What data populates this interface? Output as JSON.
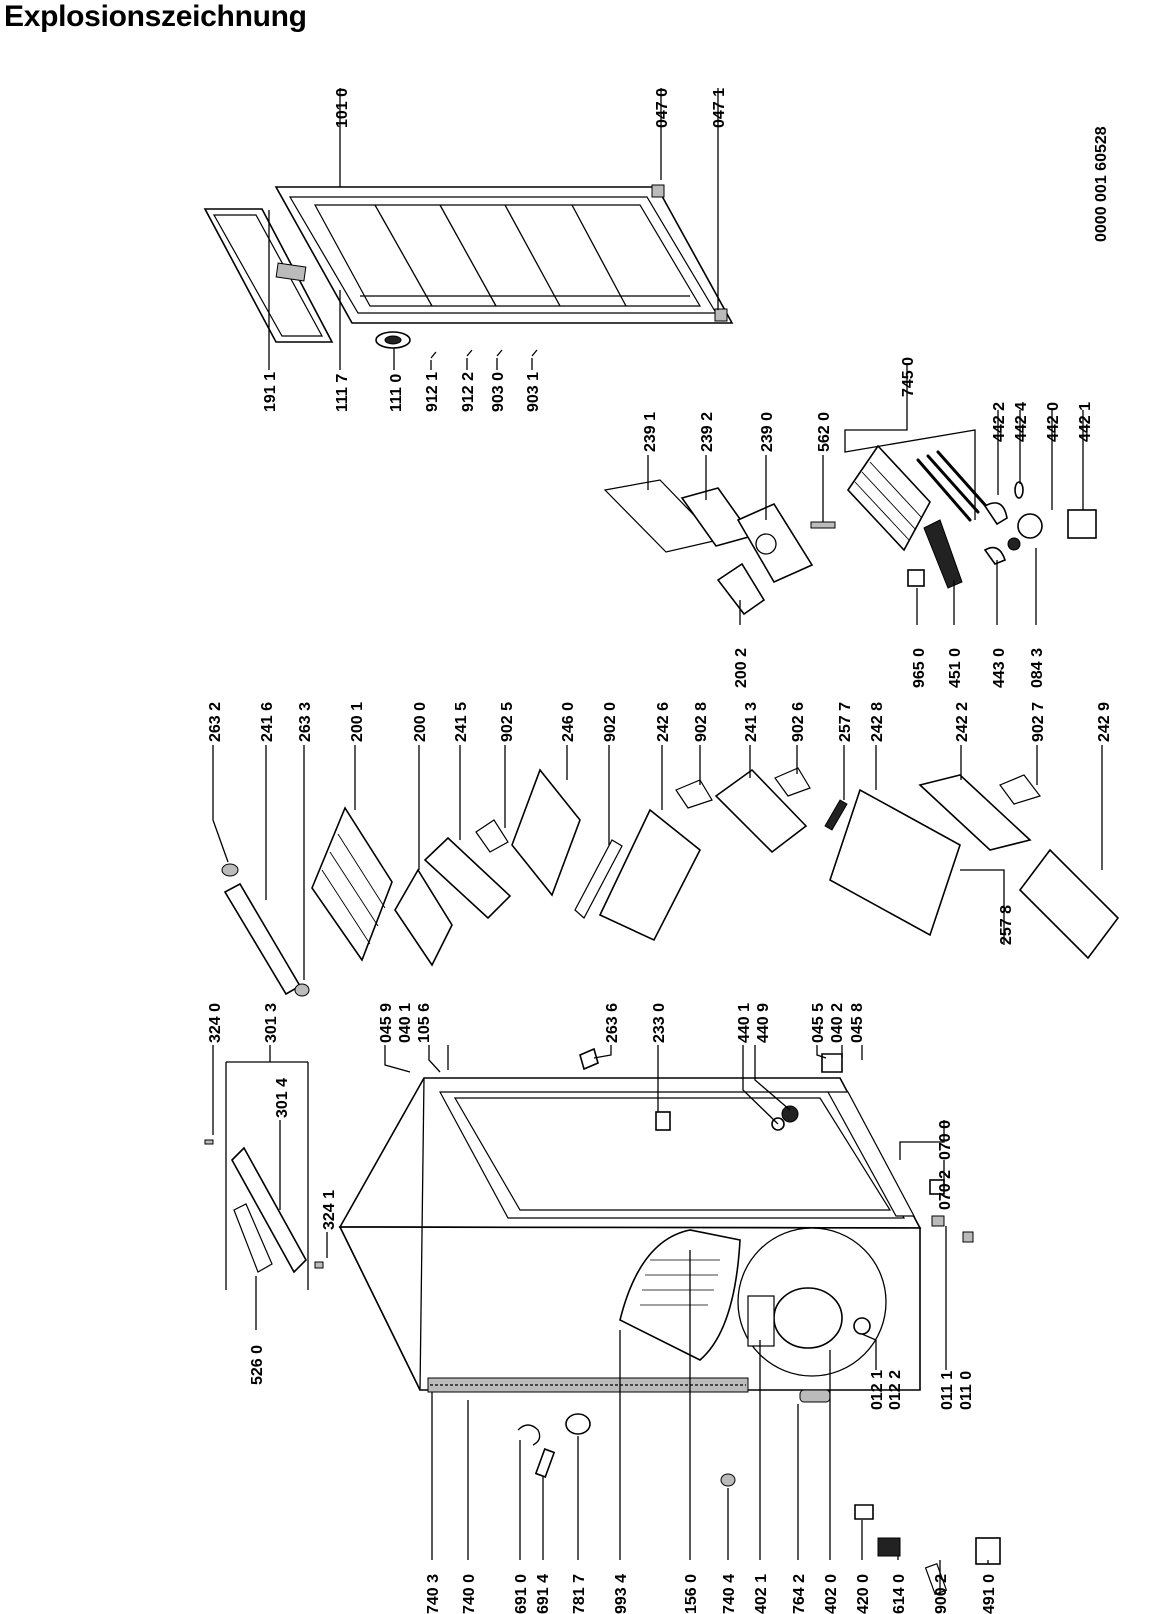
{
  "title": "Explosionszeichnung",
  "document_number": "0000 001 60528",
  "part_labels": [
    "101 0",
    "047 0",
    "047 1",
    "191 1",
    "111 7",
    "111 0",
    "912 1",
    "912 2",
    "903 0",
    "903 1",
    "239 1",
    "239 2",
    "239 0",
    "562 0",
    "745 0",
    "442 2",
    "442 4",
    "442 0",
    "442 1",
    "200 2",
    "965 0",
    "451 0",
    "443 0",
    "084 3",
    "263 2",
    "241 6",
    "263 3",
    "200 1",
    "200 0",
    "241 5",
    "902 5",
    "246 0",
    "902 0",
    "242 6",
    "902 8",
    "241 3",
    "902 6",
    "257 7",
    "242 8",
    "242 2",
    "902 7",
    "242 9",
    "257 8",
    "324 0",
    "301 3",
    "301 4",
    "324 1",
    "526 0",
    "045 9",
    "040 1",
    "105 6",
    "263 6",
    "233 0",
    "440 1",
    "440 9",
    "045 5",
    "040 2",
    "045 8",
    "070 0",
    "070 2",
    "012 1",
    "012 2",
    "011 1",
    "011 0",
    "740 3",
    "740 0",
    "691 0",
    "691 4",
    "781 7",
    "993 4",
    "156 0",
    "740 4",
    "402 1",
    "764 2",
    "402 0",
    "420 0",
    "614 0",
    "900 2",
    "491 0"
  ]
}
